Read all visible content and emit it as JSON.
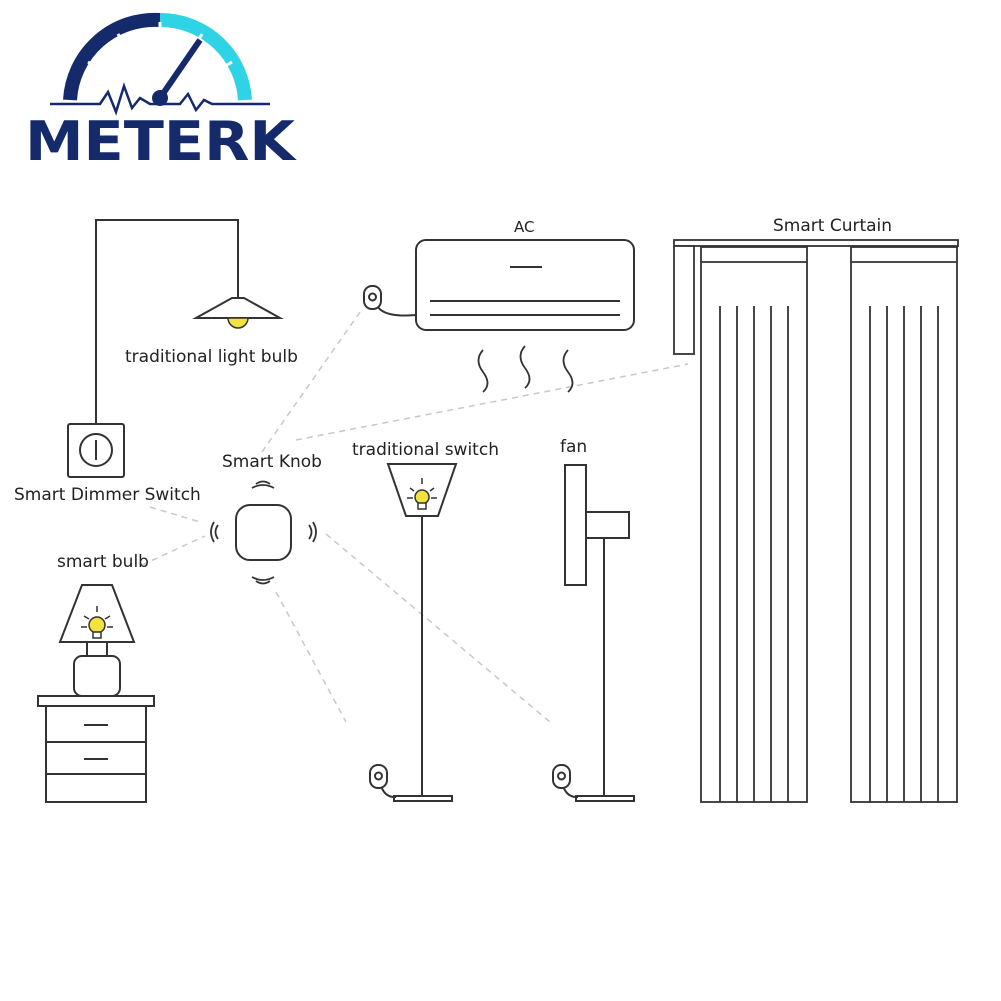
{
  "brand": {
    "name": "METERK",
    "color_dark": "#152a6b",
    "color_light": "#2fd3e6"
  },
  "labels": {
    "traditional_light_bulb": "traditional light bulb",
    "smart_dimmer_switch": "Smart Dimmer Switch",
    "smart_bulb": "smart bulb",
    "smart_knob": "Smart Knob",
    "ac": "AC",
    "traditional_switch": "traditional switch",
    "fan": "fan",
    "smart_curtain": "Smart Curtain"
  },
  "colors": {
    "line": "#333333",
    "bulb": "#f4e23c",
    "connection": "#c8c8c8"
  }
}
